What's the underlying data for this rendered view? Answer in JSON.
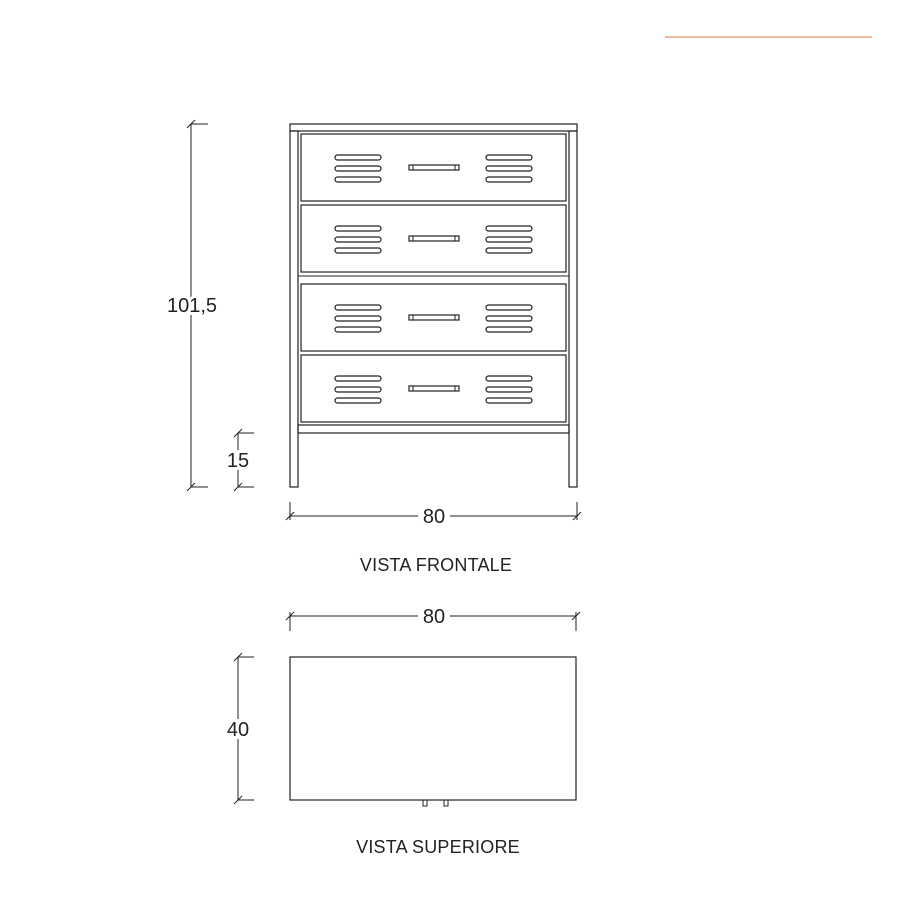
{
  "colors": {
    "accent": "#f0a080",
    "line": "#222222",
    "background": "#ffffff"
  },
  "front_view": {
    "label": "VISTA FRONTALE",
    "height_dim": "101,5",
    "leg_dim": "15",
    "width_dim": "80",
    "drawer_count": 4
  },
  "top_view": {
    "label": "VISTA SUPERIORE",
    "width_dim": "80",
    "depth_dim": "40"
  }
}
